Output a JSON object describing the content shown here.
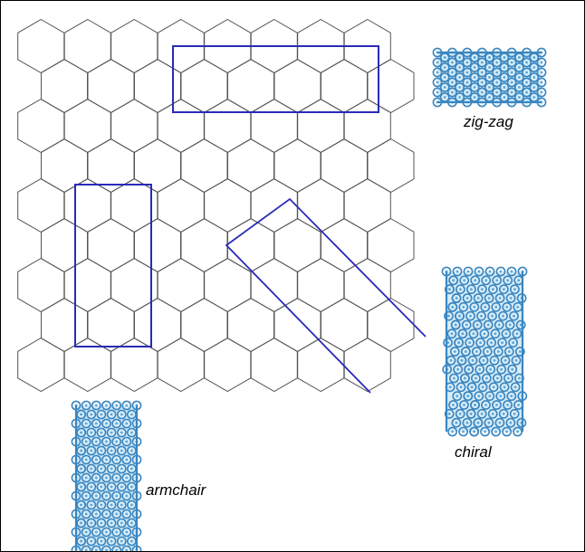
{
  "labels": {
    "zigzag": "zig-zag",
    "chiral": "chiral",
    "armchair": "armchair"
  },
  "colors": {
    "lattice_line": "#555555",
    "selection": "#2a2ab8",
    "tube_atom": "#5aa6d8",
    "tube_bond": "#3a86c0",
    "tube_face": "#d7ecf7",
    "caption": "#000000",
    "frame": "#000000"
  },
  "diagram": {
    "lattice": "hexagonal graphene sheet",
    "selections": [
      "zig-zag rectangle",
      "armchair rectangle",
      "chiral tilted strip"
    ],
    "nanotubes": [
      "zig-zag",
      "chiral",
      "armchair"
    ]
  }
}
